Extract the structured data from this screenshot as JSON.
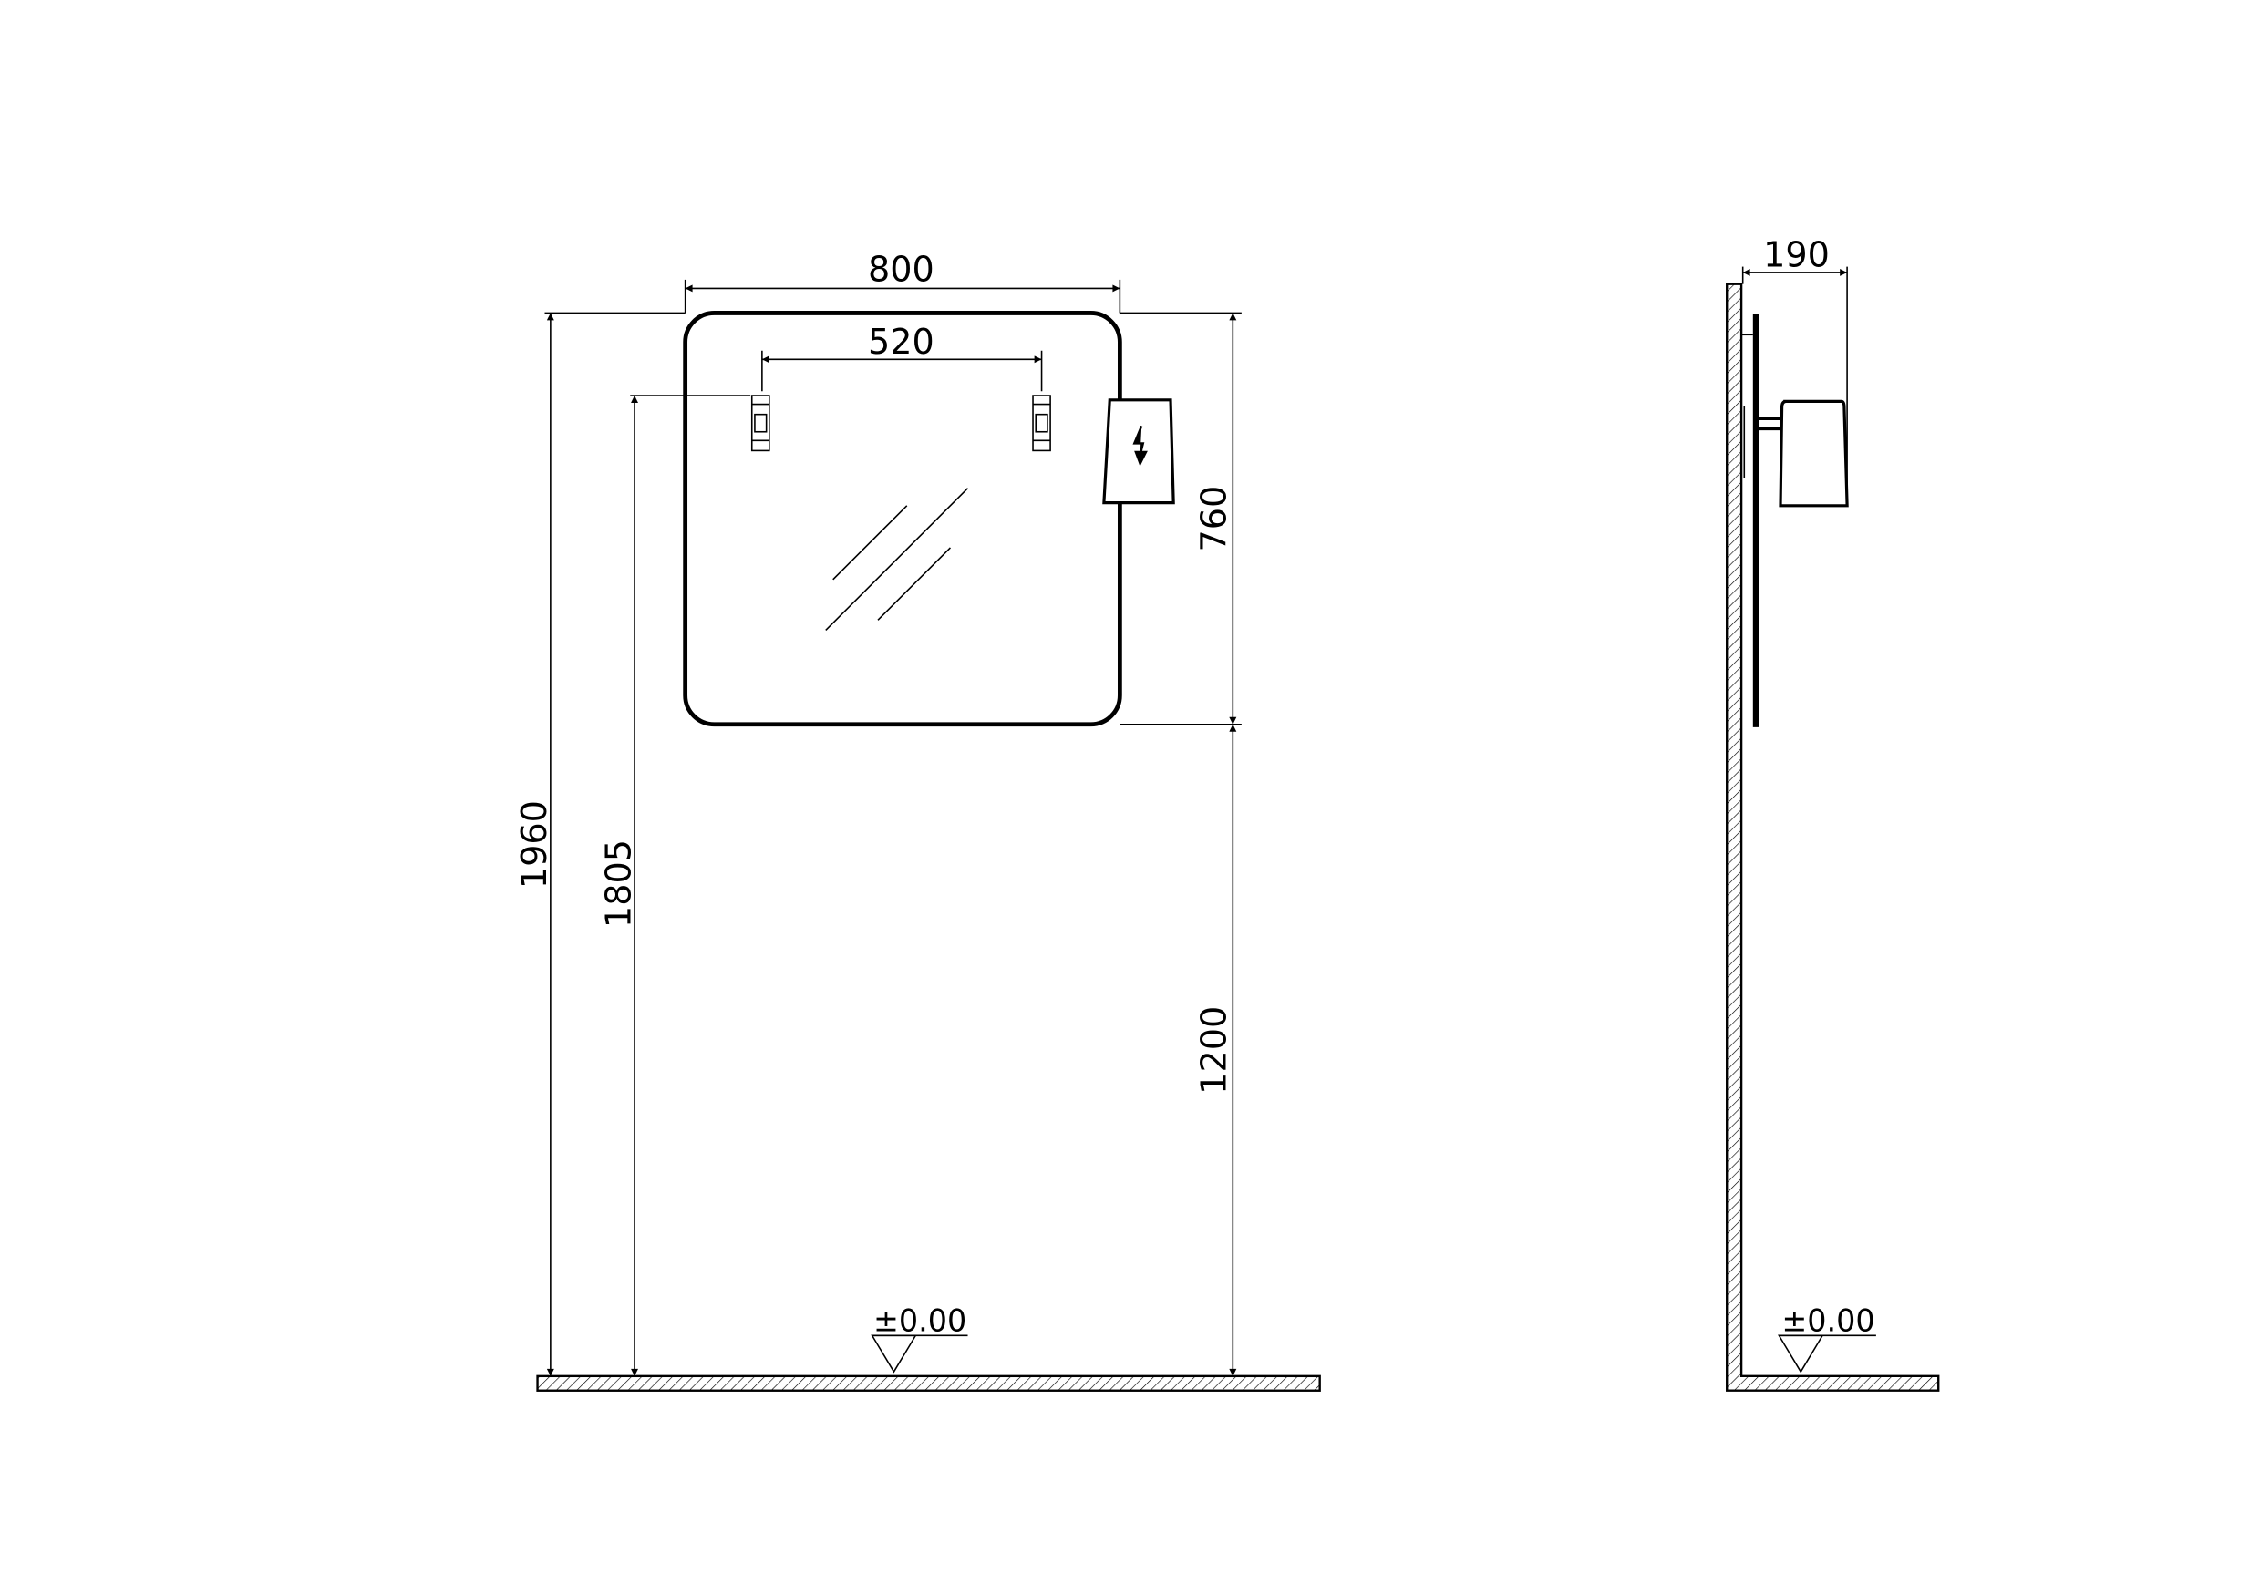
{
  "front_view": {
    "dimensions": {
      "mirror_width": "800",
      "bracket_spacing": "520",
      "total_height": "1960",
      "bracket_height": "1805",
      "mirror_height": "760",
      "mirror_bottom_height": "1200"
    },
    "floor_level": "±0.00",
    "lamp_icon": "lightning-bolt-icon"
  },
  "side_view": {
    "dimensions": {
      "depth": "190"
    },
    "floor_level": "±0.00"
  },
  "colors": {
    "line": "#000000",
    "background": "#ffffff"
  }
}
